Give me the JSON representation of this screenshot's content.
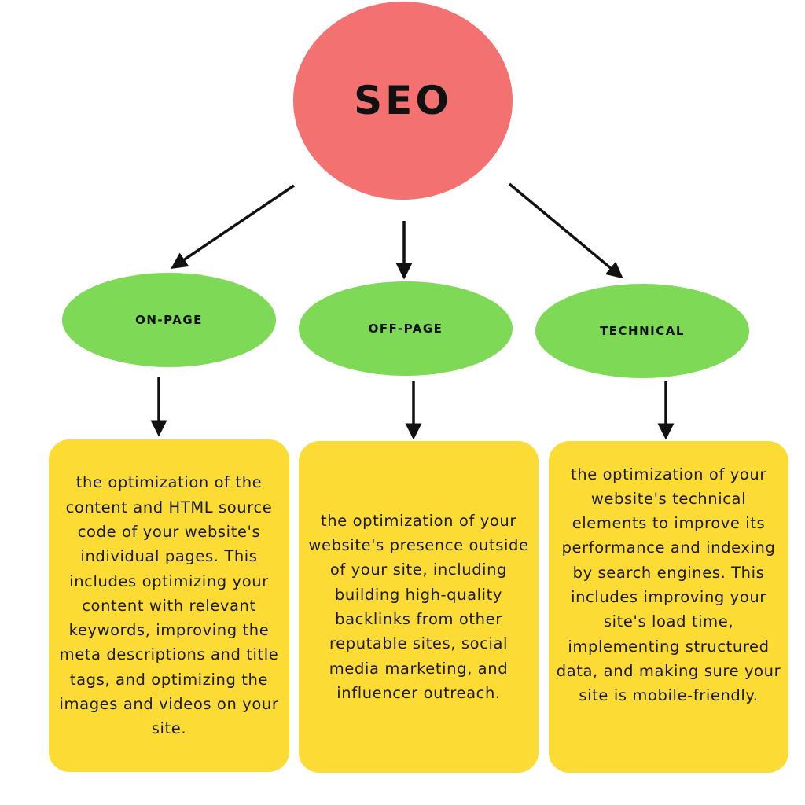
{
  "diagram": {
    "root": {
      "label": "SEO"
    },
    "branches": [
      {
        "label": "ON-PAGE",
        "description": "the optimization of the content and HTML source code of your website's individual pages. This includes optimizing your content with relevant keywords, improving the meta descriptions and title tags, and optimizing the images and videos on your site."
      },
      {
        "label": "OFF-PAGE",
        "description": "the optimization of your website's presence outside of your site, including building high-quality backlinks from other reputable sites, social media marketing, and influencer outreach."
      },
      {
        "label": "TECHNICAL",
        "description": "the optimization of your website's technical elements to improve its performance and indexing by search engines. This includes improving your site's load time, implementing structured data, and making sure your site is mobile-friendly."
      }
    ],
    "colors": {
      "root_fill": "#f47171",
      "branch_fill": "#7ed957",
      "box_fill": "#fcdc34",
      "arrow": "#111111",
      "text": "#111111"
    }
  }
}
